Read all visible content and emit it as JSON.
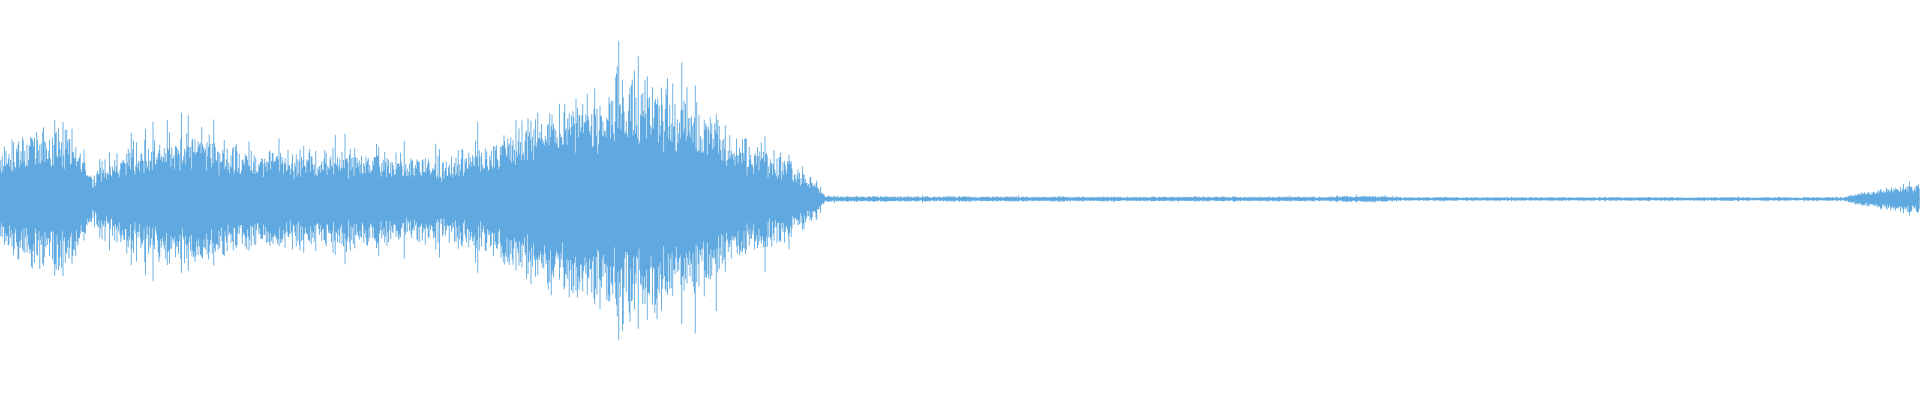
{
  "waveform": {
    "color": "#5fa9e0",
    "background": "#ffffff",
    "channels": 1,
    "envelope": [
      {
        "t": 0.0,
        "amp": 0.28
      },
      {
        "t": 0.02,
        "amp": 0.36
      },
      {
        "t": 0.03,
        "amp": 0.4
      },
      {
        "t": 0.04,
        "amp": 0.34
      },
      {
        "t": 0.048,
        "amp": 0.12
      },
      {
        "t": 0.052,
        "amp": 0.2
      },
      {
        "t": 0.07,
        "amp": 0.3
      },
      {
        "t": 0.09,
        "amp": 0.33
      },
      {
        "t": 0.1,
        "amp": 0.38
      },
      {
        "t": 0.115,
        "amp": 0.3
      },
      {
        "t": 0.14,
        "amp": 0.24
      },
      {
        "t": 0.17,
        "amp": 0.26
      },
      {
        "t": 0.2,
        "amp": 0.25
      },
      {
        "t": 0.23,
        "amp": 0.22
      },
      {
        "t": 0.255,
        "amp": 0.3
      },
      {
        "t": 0.275,
        "amp": 0.42
      },
      {
        "t": 0.29,
        "amp": 0.48
      },
      {
        "t": 0.31,
        "amp": 0.55
      },
      {
        "t": 0.325,
        "amp": 0.65
      },
      {
        "t": 0.34,
        "amp": 0.62
      },
      {
        "t": 0.355,
        "amp": 0.55
      },
      {
        "t": 0.37,
        "amp": 0.44
      },
      {
        "t": 0.39,
        "amp": 0.3
      },
      {
        "t": 0.41,
        "amp": 0.22
      },
      {
        "t": 0.425,
        "amp": 0.1
      },
      {
        "t": 0.43,
        "amp": 0.015
      },
      {
        "t": 0.69,
        "amp": 0.012
      },
      {
        "t": 0.71,
        "amp": 0.02
      },
      {
        "t": 0.73,
        "amp": 0.01
      },
      {
        "t": 0.96,
        "amp": 0.01
      },
      {
        "t": 0.975,
        "amp": 0.05
      },
      {
        "t": 1.0,
        "amp": 0.08
      }
    ]
  }
}
